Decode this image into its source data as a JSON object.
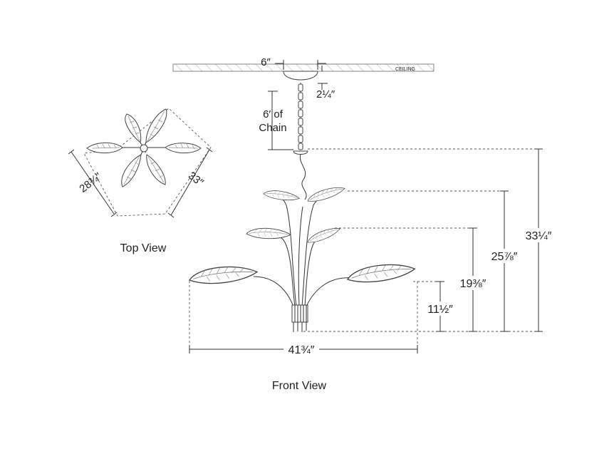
{
  "top_view": {
    "title": "Top View",
    "dim_depth": "28¾″",
    "dim_width": "33″"
  },
  "front_view": {
    "title": "Front View",
    "ceiling_label": "CEILING",
    "canopy_width": "6″",
    "canopy_height": "2¼″",
    "chain_line1": "6′ of",
    "chain_line2": "Chain",
    "dim_overall_height": "33¼″",
    "dim_upper_tier": "25⅞″",
    "dim_middle_tier": "19⅜″",
    "dim_lower_tier": "11½″",
    "dim_width": "41¾″"
  }
}
